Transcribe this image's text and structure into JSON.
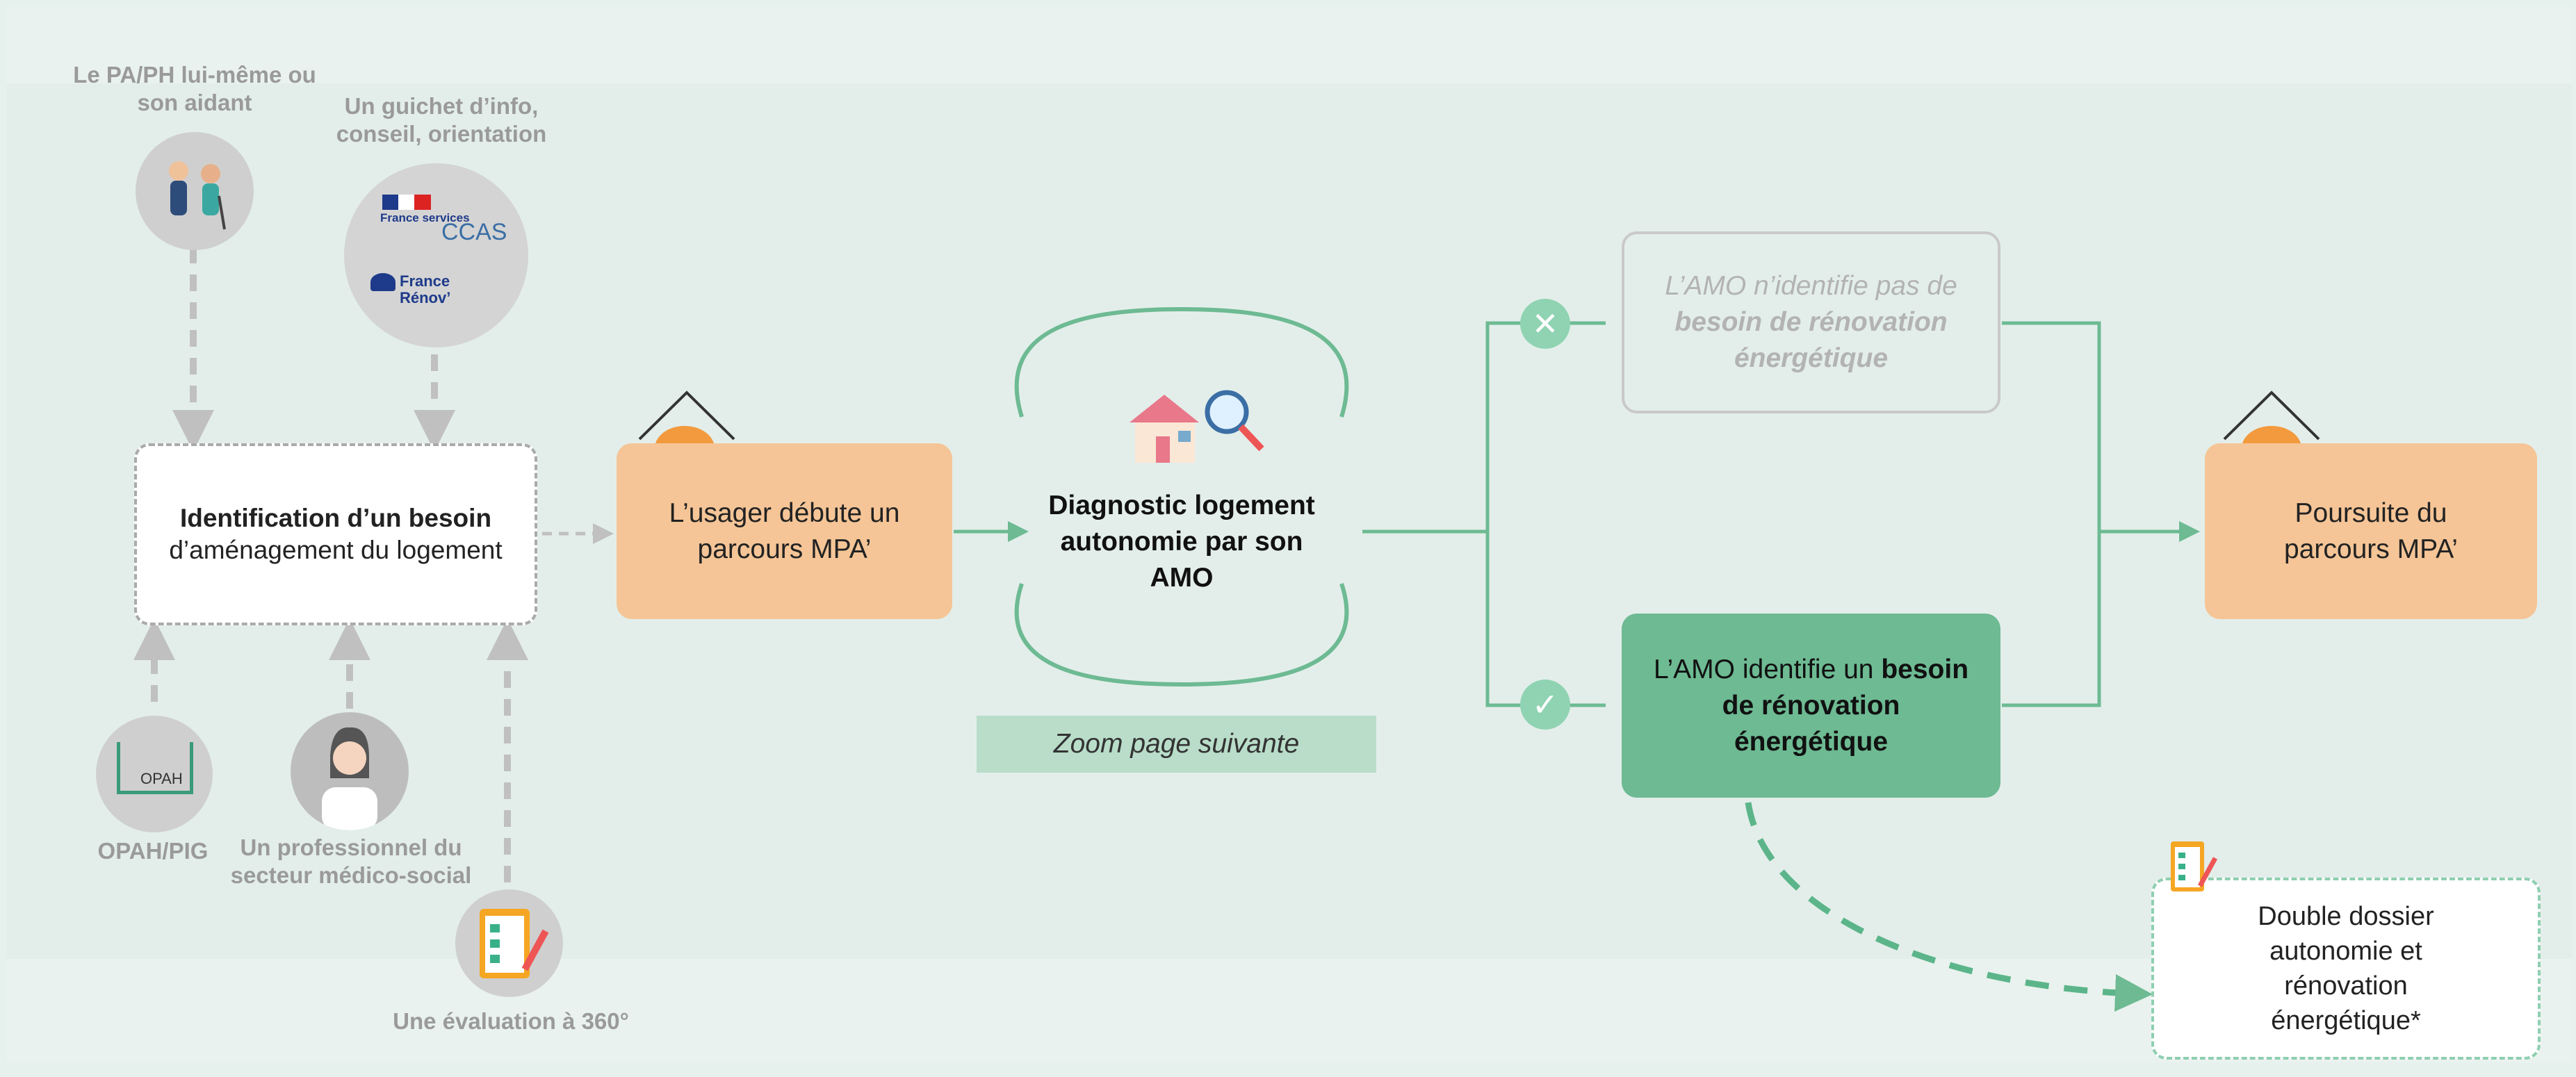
{
  "actors": {
    "pa_ph": "Le PA/PH lui-même ou son aidant",
    "guichet": "Un guichet d’info, conseil, orientation",
    "opah": "OPAH/PIG",
    "pro": "Un professionnel du secteur médico-social",
    "evaluation": "Une évaluation à 360°"
  },
  "logos": {
    "france_services": "France services",
    "ccas": "CCAS",
    "france_renov": "France Rénov’",
    "opah": "OPAH"
  },
  "boxes": {
    "ident_bold": "Identification d’un besoin",
    "ident_rest": "d’aménagement du logement",
    "usager": "L’usager débute un parcours MPA’",
    "diagnostic": "Diagnostic logement autonomie par son AMO",
    "zoom": "Zoom page suivante",
    "no_need_pre": "L’AMO n’identifie pas de",
    "no_need_bold": "besoin de rénovation énergétique",
    "need_pre": "L’AMO identifie un",
    "need_bold": "besoin de rénovation énergétique",
    "poursuite": "Poursuite du parcours MPA’",
    "double": "Double dossier autonomie et rénovation énergétique*"
  },
  "colors": {
    "green": "#6dba93",
    "orange": "#f5c597",
    "grey_arrow": "#bdbdbd",
    "dashed_green": "#5cb58a"
  }
}
